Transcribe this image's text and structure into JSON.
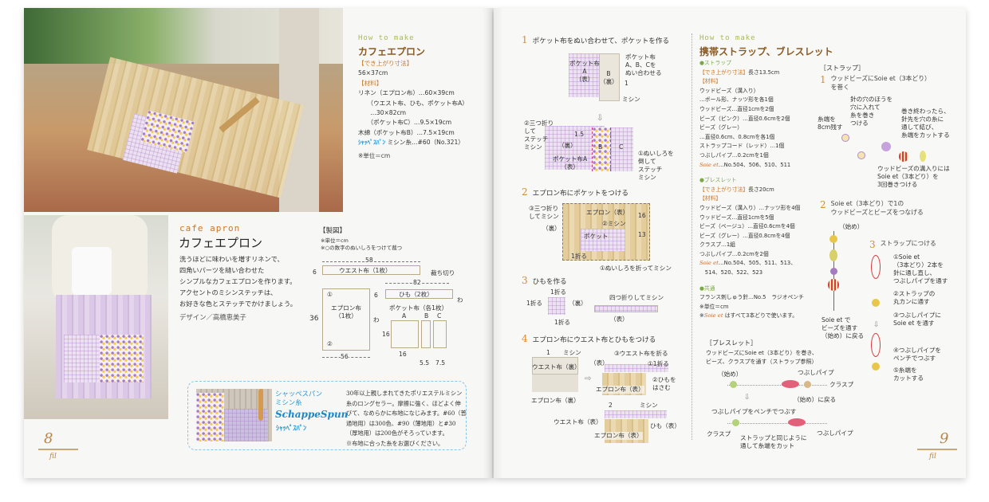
{
  "left_page": {
    "how_to_make": "How to make",
    "title": "カフェエプロン",
    "size_heading": "【でき上がり寸法】",
    "size": "56×37cm",
    "materials_heading": "【材料】",
    "materials": [
      "リネン（エプロン布）…60×39cm",
      "　　（ウエスト布、ひも、ポケット布A）",
      "　　…30×82cm",
      "　　（ポケット布C）…9.5×19cm",
      "木綿（ポケット布B）…7.5×19cm"
    ],
    "thread_brand": "ｼｬｯﾍﾟｽﾊﾟﾝ",
    "thread": " ミシン糸…#60（No.321）",
    "unit_note": "※単位＝cm",
    "cafe_apron": "cafe apron",
    "intro_title": "カフェエプロン",
    "intro": [
      "洗うほどに味わいを増すリネンで、",
      "四角いパーツを縫い合わせた",
      "シンプルなカフェエプロンを作ります。",
      "アクセントのミシンステッチは、",
      "お好きな色とステッチでかけましょう。"
    ],
    "design_credit": "デザイン／高橋恵美子",
    "pattern": {
      "heading": "【製図】",
      "notes": [
        "※単位＝cm",
        "※○の数字のぬいしろをつけて裁つ"
      ],
      "waist": "ウエスト布（1枚）",
      "w58": "58",
      "h6a": "6",
      "cut": "裁ち切り",
      "strap": "ひも（2枚）",
      "w82": "82",
      "h6b": "6",
      "wa": "わ",
      "apron": "エプロン布\n（1枚）",
      "h36": "36",
      "w56": "56",
      "wa2": "わ",
      "sa1": "①",
      "sa2": "②",
      "pocket": "ポケット布（各1枚）",
      "pa": "A",
      "pb": "B",
      "pc": "C",
      "h16": "16",
      "w16": "16",
      "w55": "5.5",
      "w75": "7.5"
    },
    "thread_box": {
      "title": "シャッペスパン\nミシン糸",
      "logo": "SchappeSpun",
      "logo_kana": "ｼｬｯﾍﾟｽﾊﾟﾝ",
      "text": [
        "30年以上親しまれてきたポリエステルミシン",
        "糸のロングセラー。摩擦に強く、ほどよく伸",
        "びて、なめらかに布地になじみます。#60（普",
        "通地用）は300色、#90（薄地用）と#30",
        "（厚地用）は200色がそろっています。",
        "※布地に合った糸をお選びください。"
      ]
    },
    "page_number": "8",
    "folio_mark": "fil"
  },
  "right_page": {
    "steps": [
      {
        "num": "1",
        "text": "ポケット布をぬい合わせて、ポケットを作る"
      },
      {
        "num": "2",
        "text": "エプロン布にポケットをつける"
      },
      {
        "num": "3",
        "text": "ひもを作る"
      },
      {
        "num": "4",
        "text": "エプロン布にウエスト布とひもをつける"
      }
    ],
    "step1_labels": {
      "pa": "ポケット布\nA\n（表）",
      "pb": "B\n（裏）",
      "sew": "ポケット布\nA、B、Cを\nぬい合わせる",
      "one": "1",
      "machine": "ミシン",
      "fold": "②三つ折り\nして\nステッチ\nミシン",
      "back": "（裏）",
      "d15": "1.5",
      "b": "B",
      "c": "C",
      "pa2": "ポケット布A\n（表）",
      "seam": "①ぬいしろを\n倒して\nステッチ\nミシン"
    },
    "step2_labels": {
      "fold3": "③三つ折り\nしてミシン",
      "back": "（裏）",
      "apron": "エプロン（表）",
      "m2": "②ミシン",
      "pocket": "ポケット",
      "n16": "16",
      "n13": "13",
      "fold1": "1折る",
      "seam": "①ぬいしろを折ってミシン"
    },
    "step3_labels": {
      "f1a": "1折る",
      "f1b": "1折る",
      "f1c": "1折る",
      "back": "（裏）",
      "four": "四つ折りしてミシン",
      "front": "（表）"
    },
    "step4_labels": {
      "one": "1",
      "machine": "ミシン",
      "waist": "ウエスト布（裏）",
      "apron_back": "エプロン布（裏）",
      "front": "（表）",
      "fold_waist": "③ウエスト布を折る",
      "fold1": "①1折る",
      "apron_front": "エプロン布（表）",
      "pinch": "②ひもを\nはさむ",
      "two": "2",
      "machine2": "ミシン",
      "waist_front": "ウエスト布（表）",
      "apron_front2": "エプロン布（表）",
      "strap_front": "ひも（表）"
    },
    "mid": {
      "how_to_make": "How to make",
      "title": "携帯ストラップ、ブレスレット",
      "strap_heading": "●ストラップ",
      "strap_size_label": "【でき上がり寸法】",
      "strap_size": "長さ13.5cm",
      "materials_heading": "【材料】",
      "strap_materials": [
        "ウッドビーズ（溝入り）",
        "…ボール形、ナッツ形を各1個",
        "ウッドビーズ…直径1cmを2個",
        "ビーズ（ピンク）…直径0.6cmを2個",
        "ビーズ（グレー）",
        "…直径0.6cm、0.8cmを各1個",
        "ストラップコード（レッド）…1個",
        "つぶしパイプ…0.2cmを1個"
      ],
      "soie": "Soie et",
      "strap_soie": "…No.504、506、510、511",
      "bracelet_heading": "●ブレスレット",
      "bracelet_size_label": "【でき上がり寸法】",
      "bracelet_size": "長さ20cm",
      "bracelet_materials": [
        "ウッドビーズ（溝入り）…ナッツ形を4個",
        "ウッドビーズ…直径1cmを5個",
        "ビーズ（ベージュ）…直径0.6cmを4個",
        "ビーズ（グレー）…直径0.8cmを4個",
        "クラスプ…1組",
        "つぶしパイプ…0.2cmを2個"
      ],
      "bracelet_soie": [
        "…No.504、505、511、513、",
        "　514、520、522、523"
      ],
      "common_heading": "●共通",
      "common": "フランス刺しゅう針…No.5　ラジオペンチ",
      "unit_note": "※単位＝cm",
      "soie_note": "はすべて3本どりで使います。",
      "bracelet_section": "［ブレスレット］",
      "bracelet_intro": [
        "ウッドビーズにSoie et（3本どり）を巻き、",
        "ビーズ、クラスプを通す（ストラップ参照）"
      ],
      "bl": {
        "start": "（始め）",
        "pipe": "つぶしパイプ",
        "clasp": "クラスプ",
        "back": "（始め）に戻る",
        "crush": "つぶしパイプをペンチでつぶす",
        "clasp2": "クラスプ",
        "cut": "ストラップと同じように\n通して糸端をカット",
        "pipe2": "つぶしパイプ"
      }
    },
    "strap": {
      "section": "［ストラップ］",
      "s1": {
        "num": "1",
        "text": "ウッドビーズにSoie et（3本どり）\nを巻く"
      },
      "s1_labels": {
        "leave": "糸端を\n8cm残す",
        "needle": "針の穴のほうを\n穴に入れて\n糸を巻き\nつける",
        "finish": "巻き終わったら、\n針先を穴の糸に\n通して結び、\n糸端をカットする",
        "groove": "ウッドビーズの溝入りには\nSoie et（3本どり）を\n3回巻きつける"
      },
      "s2": {
        "num": "2",
        "text": "Soie et（3本どり）で1の\nウッドビーズとビーズをつなげる"
      },
      "s2_labels": {
        "start": "（始め）",
        "thread": "Soie et で\nビーズを通す\n（始め）に戻る"
      },
      "s3": {
        "num": "3",
        "text": "ストラップにつける"
      },
      "s3_labels": {
        "a": "①Soie et\n（3本どり）2本を\n針に通し直し、\nつぶしパイプを通す",
        "b": "②ストラップの\n丸カンに通す",
        "c": "③つぶしパイプに\nSoie et を通す",
        "d": "④つぶしパイプを\nペンチでつぶす",
        "e": "⑤糸端を\nカットする"
      }
    },
    "page_number": "9",
    "folio_mark": "fil"
  },
  "colors": {
    "heading_orange": "#c9782a",
    "title_brown": "#8a5a24",
    "how_to_green": "#a9b85e",
    "brand_blue": "#2a9ad6",
    "step_number": "#d98a2e"
  }
}
